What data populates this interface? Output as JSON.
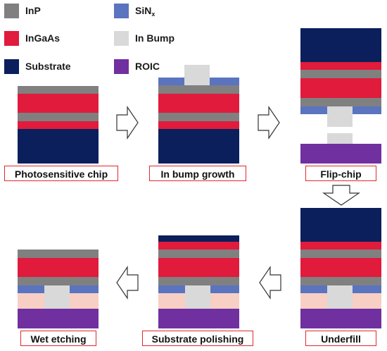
{
  "colors": {
    "inp": "#808080",
    "ingaas": "#e01b3c",
    "substrate": "#0a1f5c",
    "sinx": "#5b74c0",
    "in_bump": "#d9d9d9",
    "roic": "#7030a0",
    "underfill": "#f7cfc4",
    "label_border": "#e0282e"
  },
  "legend": [
    {
      "key": "inp",
      "label": "InP"
    },
    {
      "key": "ingaas",
      "label": "InGaAs"
    },
    {
      "key": "substrate",
      "label": "Substrate"
    },
    {
      "key": "sinx",
      "label": "SiN",
      "sub": "x"
    },
    {
      "key": "in_bump",
      "label": "In Bump"
    },
    {
      "key": "roic",
      "label": "ROIC"
    }
  ],
  "stages": [
    {
      "id": "photosensitive-chip",
      "label": "Photosensitive chip"
    },
    {
      "id": "in-bump-growth",
      "label": "In bump growth"
    },
    {
      "id": "flip-chip",
      "label": "Flip-chip"
    },
    {
      "id": "underfill",
      "label": "Underfill"
    },
    {
      "id": "substrate-polishing",
      "label": "Substrate polishing"
    },
    {
      "id": "wet-etching",
      "label": "Wet etching"
    }
  ],
  "arrows": [
    {
      "id": "arrow-1-to-2",
      "direction": "right"
    },
    {
      "id": "arrow-2-to-3",
      "direction": "right"
    },
    {
      "id": "arrow-3-to-4",
      "direction": "down"
    },
    {
      "id": "arrow-4-to-5",
      "direction": "left"
    },
    {
      "id": "arrow-5-to-6",
      "direction": "left"
    }
  ]
}
